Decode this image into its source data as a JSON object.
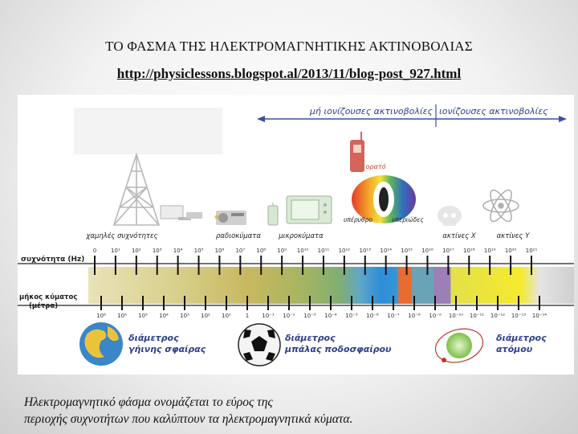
{
  "slide": {
    "title": "ΤΟ ΦΑΣΜΑ ΤΗΣ ΗΛΕΚΤΡΟΜΑΓΝΗΤΙΚΗΣ  ΑΚΤΙΝΟΒΟΛΙΑΣ",
    "url": "http://physiclessons.blogspot.al/2013/11/blog-post_927.html",
    "caption_line1": "Ηλεκτρομαγνητικό φάσμα ονομάζεται το εύρος της",
    "caption_line2": "περιοχής συχνοτήτων που καλύπτουν τα ηλεκτρομαγνητικά κύματα."
  },
  "figure": {
    "non_ionizing": "μή ιονίζουσες ακτινοβολίες",
    "ionizing": "ιονίζουσες ακτινοβολίες",
    "visible_label": "ορατό",
    "infrared_label": "υπέρυθρο",
    "ultraviolet_label": "υπεριώδες",
    "sources": [
      "χαμηλές συχνότητες",
      "ραδιοκύματα",
      "μικροκύματα",
      "ακτίνες Χ",
      "ακτίνες Υ"
    ],
    "frequency_axis_label": "συχνότητα (Hz)",
    "frequency_ticks": [
      "0",
      "10¹",
      "10²",
      "10³",
      "10⁴",
      "10⁵",
      "10⁶",
      "10⁷",
      "10⁸",
      "10⁹",
      "10¹⁰",
      "10¹¹",
      "10¹²",
      "10¹³",
      "10¹⁴",
      "10¹⁵",
      "10¹⁶",
      "10¹⁷",
      "10¹⁸",
      "10¹⁹",
      "10²⁰",
      "10²¹"
    ],
    "wavelength_axis_label_line1": "μήκος κύματος",
    "wavelength_axis_label_line2": "(μέτρα)",
    "wavelength_ticks": [
      "10⁸",
      "10⁶",
      "10⁵",
      "10⁴",
      "10³",
      "10²",
      "10¹",
      "1",
      "10⁻¹",
      "10⁻²",
      "10⁻³",
      "10⁻⁴",
      "10⁻⁵",
      "10⁻⁶",
      "10⁻⁷",
      "10⁻⁸",
      "10⁻⁹",
      "10⁻¹⁰",
      "10⁻¹¹",
      "10⁻¹²",
      "10⁻¹³",
      "10⁻¹⁴"
    ],
    "earth_label_line1": "διάμετρος",
    "earth_label_line2": "γήινης σφαίρας",
    "ball_label_line1": "διάμετρος",
    "ball_label_line2": "μπάλας ποδοσφαίρου",
    "atom_label_line1": "διάμετρος",
    "atom_label_line2": "ατόμου"
  },
  "colors": {
    "arrow_blue": "#3b4fa8",
    "label_red": "#c0392b",
    "label_blue": "#2d3e8f"
  }
}
